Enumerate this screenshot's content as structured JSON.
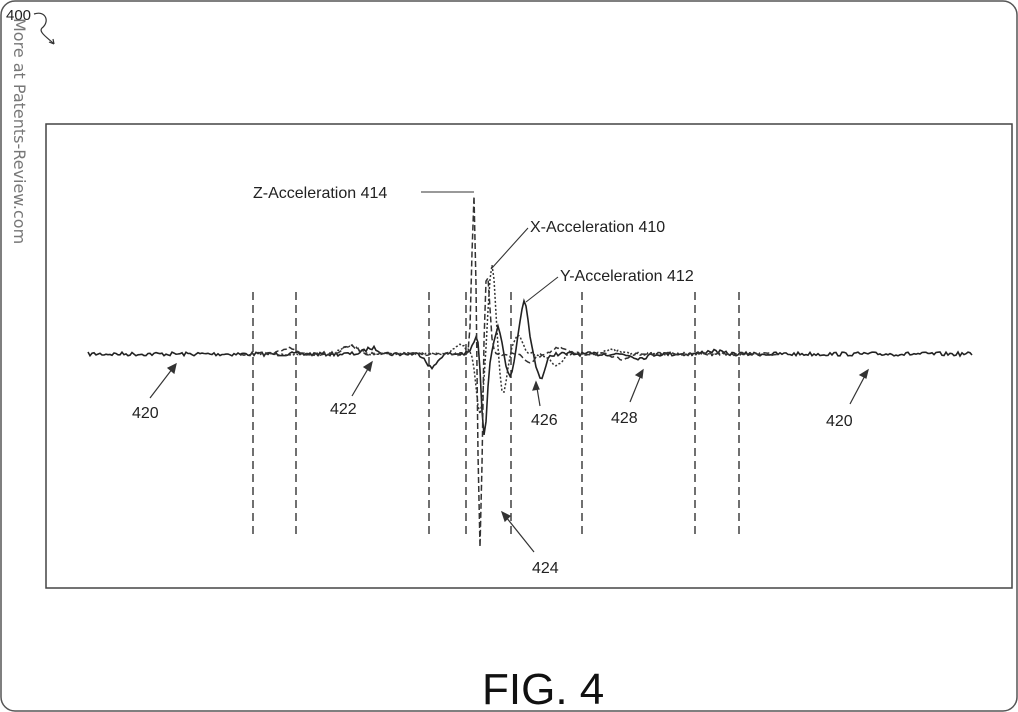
{
  "figure_number": "400",
  "watermark": "More at Patents-Review.com",
  "caption": "FIG. 4",
  "series": {
    "z": {
      "label": "Z-Acceleration 414",
      "style": "dashed"
    },
    "x": {
      "label": "X-Acceleration 410",
      "style": "dotted"
    },
    "y": {
      "label": "Y-Acceleration 412",
      "style": "solid"
    }
  },
  "reference_labels": {
    "left_420": "420",
    "right_420": "420",
    "r422": "422",
    "r424": "424",
    "r426": "426",
    "r428": "428"
  },
  "colors": {
    "line": "#333333",
    "frame": "#444444",
    "background": "#ffffff"
  }
}
